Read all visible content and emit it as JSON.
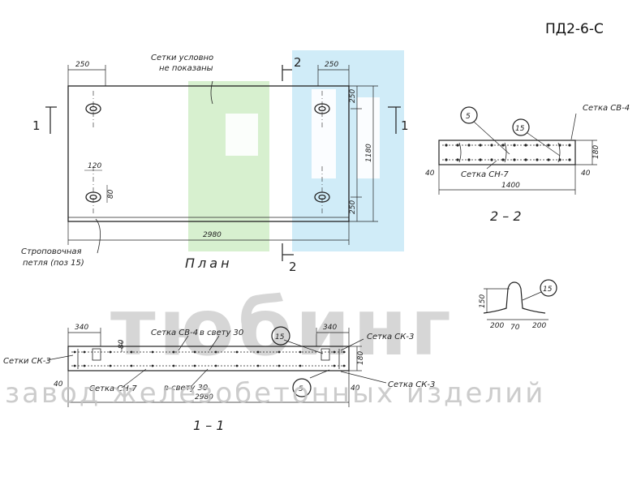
{
  "title": "ПД2-6-С",
  "watermark": {
    "brand": "тюбинг",
    "subtitle": "завод железобетонных изделий",
    "logo_color_green": "#b7e3a8",
    "logo_color_blue": "#a9dcf3"
  },
  "plan": {
    "caption": "План",
    "note_line1": "Сетки условно",
    "note_line2": "не показаны",
    "loop_label_line1": "Строповочная",
    "loop_label_line2": "петля (поз 15)",
    "dim_left_top": "250",
    "dim_right_top": "250",
    "dim_length": "2980",
    "dim_right_1": "250",
    "dim_right_2": "1180",
    "dim_right_3": "250",
    "dim_hole_w": "120",
    "dim_hole_h": "80",
    "cut_1": "1",
    "cut_2": "2"
  },
  "section_22": {
    "caption": "2 – 2",
    "mark_5": "5",
    "mark_15": "15",
    "mesh_top": "Сетка СВ-4",
    "mesh_bottom": "Сетка СН-7",
    "dim_width": "1400",
    "dim_height": "180",
    "dim_left": "40",
    "dim_right": "40"
  },
  "loop_detail": {
    "mark": "15",
    "dim_height": "150",
    "dim_left": "200",
    "dim_mid": "70",
    "dim_right": "200"
  },
  "section_11": {
    "caption": "1 – 1",
    "mesh_top": "Сетка СВ-4",
    "mesh_bottom": "Сетка СН-7",
    "mesh_left": "Сетки СК-3",
    "mesh_right_top": "Сетка СК-3",
    "mesh_right_bottom": "Сетка СК-3",
    "clear_top": "в свету 30",
    "clear_bottom": "в свету 30",
    "mark_15": "15",
    "mark_5": "5",
    "dim_left": "340",
    "dim_right": "340",
    "dim_80": "80",
    "dim_height": "180",
    "dim_40_left": "40",
    "dim_40_right": "40",
    "dim_length": "2980"
  }
}
